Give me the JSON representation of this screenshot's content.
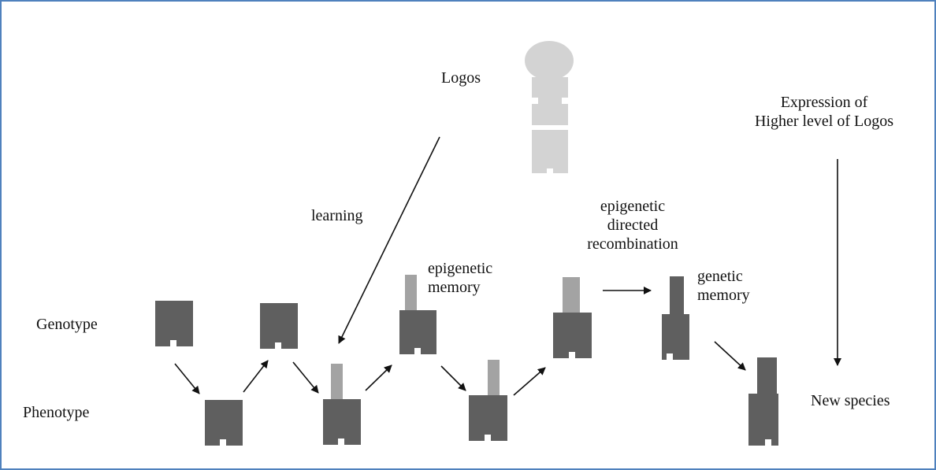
{
  "colors": {
    "border": "#4f81bd",
    "block": "#5f5f5f",
    "epigenetic": "#a3a3a3",
    "logos": "#d3d3d3",
    "arrow": "#111111",
    "text": "#111111"
  },
  "labels": {
    "logos": "Logos",
    "expression": [
      "Expression of",
      "Higher level of Logos"
    ],
    "learning": "learning",
    "epigenetic_memory": [
      "epigenetic",
      "memory"
    ],
    "epigenetic_directed_recombination": [
      "epigenetic",
      "directed",
      "recombination"
    ],
    "genetic_memory": [
      "genetic",
      "memory"
    ],
    "genotype": "Genotype",
    "phenotype": "Phenotype",
    "new_species": "New species"
  }
}
